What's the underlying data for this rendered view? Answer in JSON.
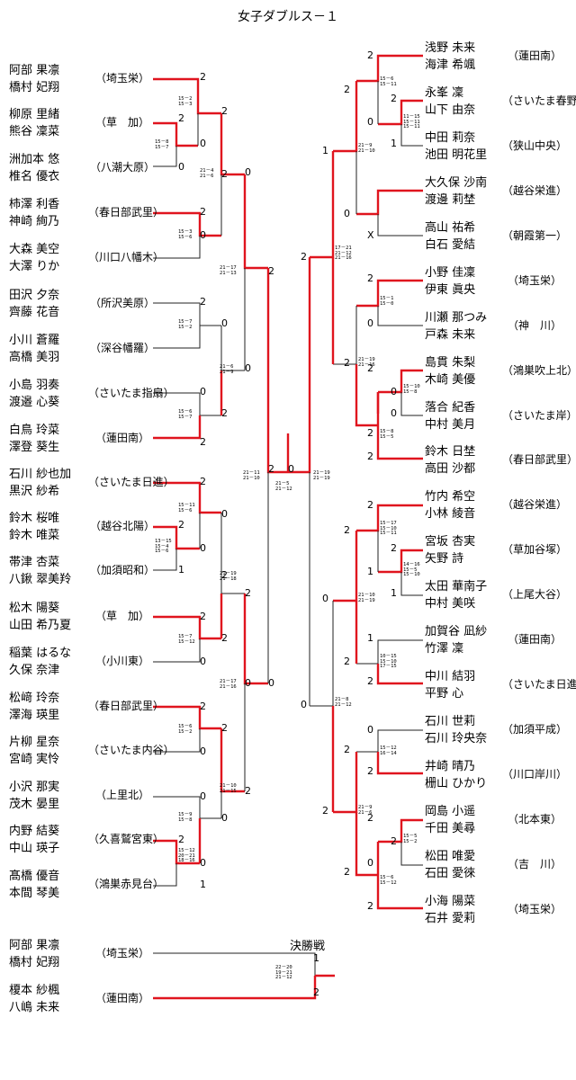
{
  "title": "女子ダブルス－１",
  "final_label": "決勝戦",
  "left": [
    {
      "n1": "阿部 果凛",
      "n2": "橋村 妃翔",
      "school": "（埼玉栄）"
    },
    {
      "n1": "柳原 里緒",
      "n2": "熊谷 凜菜",
      "school": "（草　加）"
    },
    {
      "n1": "洲加本 悠",
      "n2": "椎名 優衣",
      "school": "（八潮大原）"
    },
    {
      "n1": "柿澤 利香",
      "n2": "神崎 絢乃",
      "school": "（春日部武里）"
    },
    {
      "n1": "大森 美空",
      "n2": "大澤 りか",
      "school": "（川口八幡木）"
    },
    {
      "n1": "田沢 夕奈",
      "n2": "齊藤 花音",
      "school": "（所沢美原）"
    },
    {
      "n1": "小川 蒼羅",
      "n2": "高橋 美羽",
      "school": "（深谷幡羅）"
    },
    {
      "n1": "小島 羽奏",
      "n2": "渡邉 心葵",
      "school": "（さいたま指扇）"
    },
    {
      "n1": "白鳥 玲菜",
      "n2": "澤登 葵生",
      "school": "（蓮田南）"
    },
    {
      "n1": "石川 紗也加",
      "n2": "黒沢 紗希",
      "school": "（さいたま日進）"
    },
    {
      "n1": "鈴木 桜唯",
      "n2": "鈴木 唯菜",
      "school": "（越谷北陽）"
    },
    {
      "n1": "帯津 杏菜",
      "n2": "八鍬 翠美羚",
      "school": "（加須昭和）"
    },
    {
      "n1": "松木 陽葵",
      "n2": "山田 希乃夏",
      "school": "（草　加）"
    },
    {
      "n1": "稲葉 はるな",
      "n2": "久保 奈津",
      "school": "（小川東）"
    },
    {
      "n1": "松﨑 玲奈",
      "n2": "澤海 瑛里",
      "school": "（春日部武里）"
    },
    {
      "n1": "片柳 星奈",
      "n2": "宮崎 実怜",
      "school": "（さいたま内谷）"
    },
    {
      "n1": "小沢 那実",
      "n2": "茂木 晏里",
      "school": "（上里北）"
    },
    {
      "n1": "内野 結葵",
      "n2": "中山 瑛子",
      "school": "（久喜鷲宮東）"
    },
    {
      "n1": "髙橋 優音",
      "n2": "本間 琴美",
      "school": "（鴻巣赤見台）"
    }
  ],
  "right": [
    {
      "n1": "浅野 未来",
      "n2": "海津 希颯",
      "school": "（蓮田南）"
    },
    {
      "n1": "永峯 凜",
      "n2": "山下 由奈",
      "school": "（さいたま春野）"
    },
    {
      "n1": "中田 莉奈",
      "n2": "池田 明花里",
      "school": "（狭山中央）"
    },
    {
      "n1": "大久保 沙南",
      "n2": "渡邊 莉埜",
      "school": "（越谷栄進）"
    },
    {
      "n1": "高山 祐希",
      "n2": "白石 愛結",
      "school": "（朝霞第一）"
    },
    {
      "n1": "小野 佳凜",
      "n2": "伊東 眞央",
      "school": "（埼玉栄）"
    },
    {
      "n1": "川瀬 那つみ",
      "n2": "戸森 未来",
      "school": "（神　川）"
    },
    {
      "n1": "島貫 朱梨",
      "n2": "木崎 美優",
      "school": "（鴻巣吹上北）"
    },
    {
      "n1": "落合 紀香",
      "n2": "中村 美月",
      "school": "（さいたま岸）"
    },
    {
      "n1": "鈴木 日埜",
      "n2": "高田 沙都",
      "school": "（春日部武里）"
    },
    {
      "n1": "竹内 希空",
      "n2": "小林 綾音",
      "school": "（越谷栄進）"
    },
    {
      "n1": "宮坂 杏実",
      "n2": "矢野 詩",
      "school": "（草加谷塚）"
    },
    {
      "n1": "太田 華南子",
      "n2": "中村 美咲",
      "school": "（上尾大谷）"
    },
    {
      "n1": "加賀谷 凪紗",
      "n2": "竹澤 凜",
      "school": "（蓮田南）"
    },
    {
      "n1": "中川 結羽",
      "n2": "平野 心",
      "school": "（さいたま日進）"
    },
    {
      "n1": "石川 世莉",
      "n2": "石川 玲央奈",
      "school": "（加須平成）"
    },
    {
      "n1": "井崎 晴乃",
      "n2": "栅山 ひかり",
      "school": "（川口岸川）"
    },
    {
      "n1": "岡島 小遥",
      "n2": "千田 美尋",
      "school": "（北本東）"
    },
    {
      "n1": "松田 唯愛",
      "n2": "石田 愛徠",
      "school": "（吉　川）"
    },
    {
      "n1": "小海 陽菜",
      "n2": "石井 愛莉",
      "school": "（埼玉栄）"
    }
  ],
  "final_pairs": [
    {
      "n1": "阿部 果凛",
      "n2": "橋村 妃翔",
      "school": "（埼玉栄）"
    },
    {
      "n1": "榎本 紗楓",
      "n2": "八嶋 未来",
      "school": "（蓮田南）"
    }
  ],
  "scores": [
    "15－2\n15－3",
    "15－8\n15－7",
    "21－4\n21－6",
    "15－3\n15－6",
    "21－17\n21－13",
    "15－7\n15－2",
    "21－6\n21－9",
    "15－6\n15－7",
    "21－11\n21－10",
    "21－5\n21－12",
    "15－11\n15－6",
    "13－15\n15－4\n15－6",
    "21－19\n21－18",
    "15－7\n15－12",
    "21－17\n21－16",
    "15－6\n15－2",
    "21－10\n21－15",
    "15－9\n15－8",
    "15－12\n20－21\n18－16",
    "15－6\n15－11",
    "11－15\n15－11\n15－11",
    "21－9\n21－10",
    "17－21\n21－12\n21－16",
    "15－1\n15－0",
    "21－19\n21－16",
    "15－10\n15－8",
    "15－8\n15－5",
    "21－19\n21－19",
    "15－17\n15－10\n15－11",
    "14－16\n15－5\n15－10",
    "21－10\n21－19",
    "10－15\n15－10\n17－15",
    "21－8\n21－12",
    "15－12\n16－14",
    "21－9\n21－6",
    "15－5\n15－2",
    "15－6\n15－12",
    "22－20\n19－21\n21－12"
  ],
  "round_marks": [
    "2",
    "2",
    "0",
    "2",
    "0",
    "2",
    "0",
    "0",
    "2",
    "0",
    "2",
    "0",
    "2",
    "0",
    "2",
    "2",
    "0",
    "1",
    "2",
    "0",
    "2",
    "0",
    "0",
    "2",
    "2",
    "0",
    "2",
    "2",
    "2",
    "0",
    "2",
    "0",
    "2",
    "0",
    "0",
    "2",
    "2",
    "0",
    "1",
    "2",
    "0",
    "2",
    "0",
    "2",
    "2",
    "0",
    "2",
    "0",
    "1",
    "2",
    "1",
    "0",
    "1",
    "2",
    "0",
    "0",
    "2",
    "2",
    "0",
    "0",
    "2",
    "2",
    "1",
    "0",
    "2",
    "0",
    "2",
    "0",
    "2",
    "0",
    "2",
    "1",
    "2",
    "0",
    "2",
    "0",
    "1",
    "2",
    "0",
    "2",
    "1",
    "2",
    "2",
    "0",
    "2",
    "0",
    "X"
  ]
}
